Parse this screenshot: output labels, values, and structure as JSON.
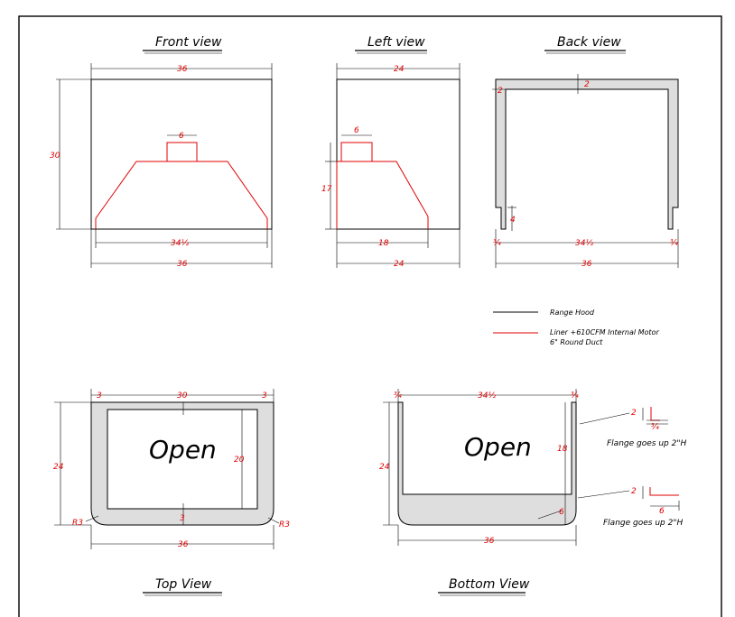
{
  "views": {
    "front": {
      "title": "Front view",
      "width_top": "36",
      "height": "30",
      "duct": "6",
      "liner_bottom": "34½",
      "width_bottom": "36"
    },
    "left": {
      "title": "Left view",
      "width_top": "24",
      "duct": "6",
      "liner_height": "17",
      "liner_bottom": "18",
      "width_bottom": "24"
    },
    "back": {
      "title": "Back view",
      "wall_left": "2",
      "wall_top": "2",
      "notch": "4",
      "edge_left": "¾",
      "inner_width": "34½",
      "edge_right": "¾",
      "width": "36"
    },
    "top": {
      "title": "Top View",
      "margin_left": "3",
      "inner_width": "30",
      "margin_right": "3",
      "height": "24",
      "inner_height": "20",
      "bottom_margin": "3",
      "radius_left": "R3",
      "radius_right": "R3",
      "width": "36",
      "label": "Open"
    },
    "bottom": {
      "title": "Bottom View",
      "edge_left": "¾",
      "inner_width": "34½",
      "edge_right": "¾",
      "height": "24",
      "inner_height": "18",
      "base": "6",
      "width": "36",
      "label": "Open",
      "flange1_dim_a": "2",
      "flange1_dim_b": "¾",
      "flange1_note": "Flange goes up 2\"H",
      "flange2_dim_a": "2",
      "flange2_dim_b": "6",
      "flange2_note": "Flange goes up 2\"H"
    }
  },
  "legend": {
    "black_label": "Range Hood",
    "red_label_1": "Liner +610CFM Internal Motor",
    "red_label_2": "6\" Round Duct"
  },
  "colors": {
    "outline": "#000000",
    "liner": "#e00000",
    "fill": "#dedede"
  }
}
